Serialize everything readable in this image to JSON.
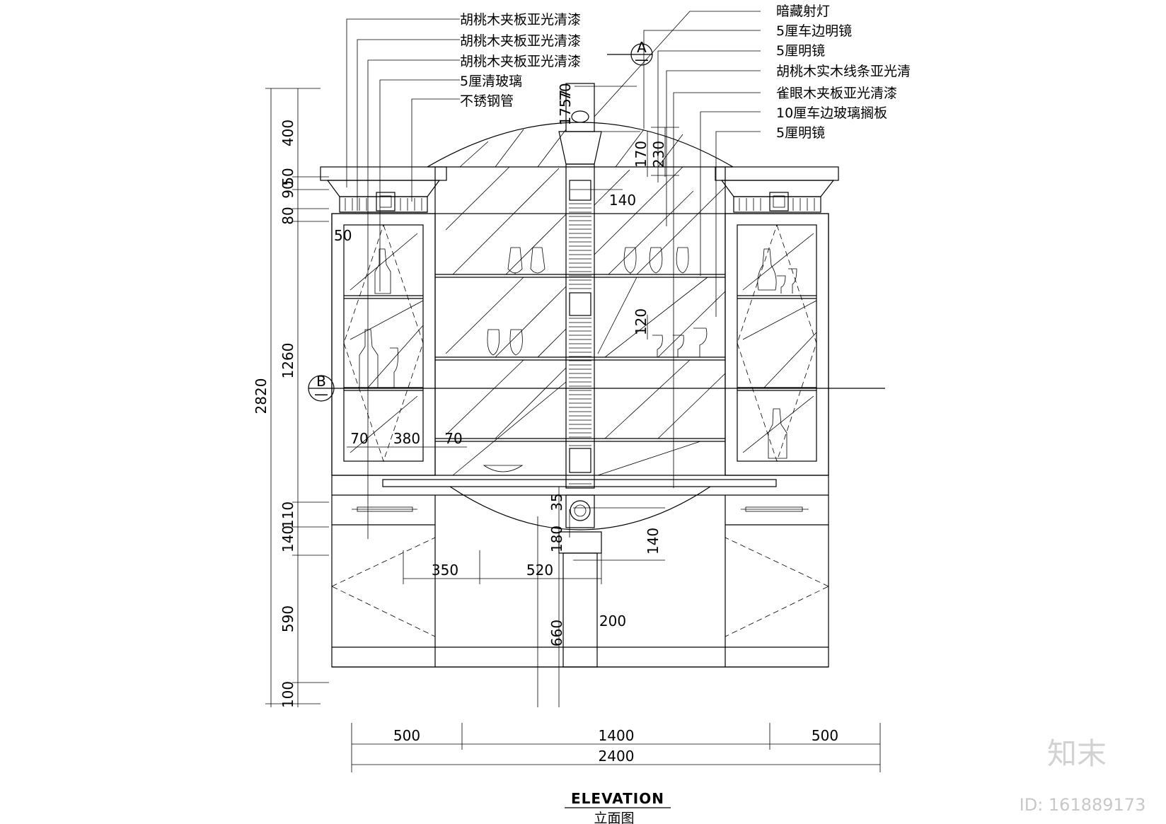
{
  "labels": {
    "l1": "胡桃木夹板亚光清漆",
    "l2": "胡桃木夹板亚光清漆",
    "l3": "胡桃木夹板亚光清漆",
    "l4": "5厘清玻璃",
    "l5": "不锈钢管",
    "r1": "暗藏射灯",
    "r2": "5厘车边明镜",
    "r3": "5厘明镜",
    "r4": "胡桃木实木线条亚光清",
    "r5": "雀眼木夹板亚光清漆",
    "r6": "10厘车边玻璃搁板",
    "r7": "5厘明镜"
  },
  "section_marks": {
    "a_letter": "A",
    "b_letter": "B",
    "sub": "—"
  },
  "dims": {
    "overall_height": "2820",
    "left_400": "400",
    "left_90": "90",
    "left_50": "50",
    "left_80": "80",
    "left_50b": "50",
    "left_1260": "1260",
    "left_110": "110",
    "left_140": "140",
    "left_590": "590",
    "left_100": "100",
    "c_1757": "1757",
    "c_70": "70",
    "c_170": "170",
    "c_230": "230",
    "c_140": "140",
    "c_120": "120",
    "c_35": "35",
    "c_180": "180",
    "c_140b": "140",
    "c_660": "660",
    "c_200": "200",
    "w_70a": "70",
    "w_380": "380",
    "w_70b": "70",
    "w_350": "350",
    "w_520": "520",
    "b_500a": "500",
    "b_1400": "1400",
    "b_500b": "500",
    "b_2400": "2400"
  },
  "title": {
    "en": "ELEVATION",
    "zh": "立面图"
  },
  "watermark": {
    "logo": "知末",
    "id": "ID: 161889173"
  }
}
